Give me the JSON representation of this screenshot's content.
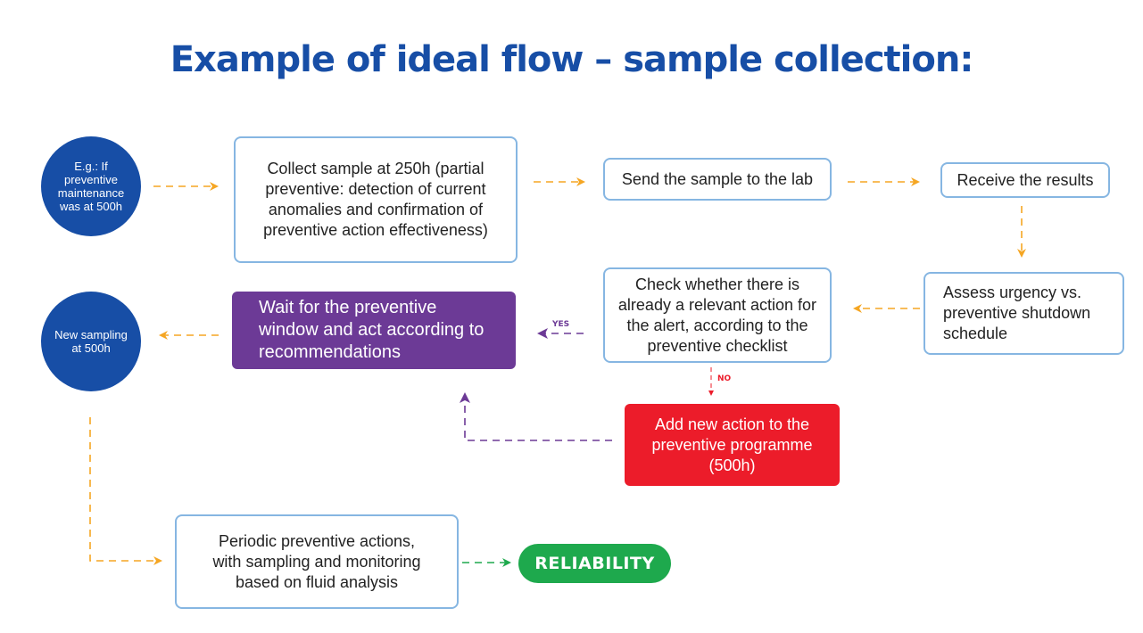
{
  "title": "Example of ideal flow – sample collection:",
  "colors": {
    "title": "#174ea6",
    "circle": "#174ea6",
    "box_border": "#86b6e2",
    "purple": "#6c3a96",
    "red": "#ec1c2a",
    "green": "#1ea94d",
    "orange_arrow": "#f5a623"
  },
  "nodes": {
    "start_circle": "E.g.: If preventive maintenance was at 500h",
    "collect_sample": "Collect sample at 250h (partial preventive: detection of current anomalies and confirmation of preventive action effectiveness)",
    "send_lab": "Send the sample to the lab",
    "receive_results": "Receive the results",
    "assess_urgency": "Assess urgency vs. preventive shutdown schedule",
    "check_action": "Check whether there is already a relevant action for the alert, according to the preventive checklist",
    "wait_window": "Wait for the preventive window and act according to recommendations",
    "new_sampling": "New sampling at 500h",
    "add_action": "Add new action to the preventive programme (500h)",
    "periodic_actions": "Periodic preventive actions, with sampling and monitoring based on fluid analysis",
    "reliability": "RELIABILITY"
  },
  "labels": {
    "yes": "YES",
    "no": "NO"
  }
}
